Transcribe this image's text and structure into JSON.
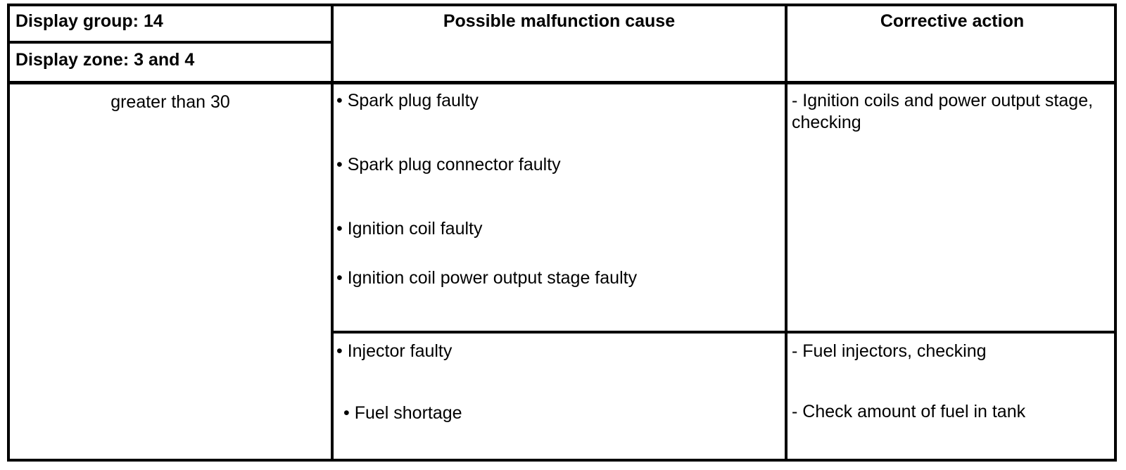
{
  "table": {
    "headers": {
      "display_group": "Display group: 14",
      "display_zone": "Display zone: 3 and 4",
      "cause_column": "Possible malfunction cause",
      "action_column": "Corrective action"
    },
    "threshold": "greater than 30",
    "groups": [
      {
        "causes": [
          "• Spark plug faulty",
          "• Spark plug connector faulty",
          "• Ignition coil faulty",
          "• Ignition coil power output stage faulty"
        ],
        "actions": [
          "- Ignition coils and power output stage, checking"
        ]
      },
      {
        "causes": [
          "• Injector faulty",
          "• Fuel shortage"
        ],
        "actions": [
          "- Fuel injectors, checking",
          "- Check amount of fuel in tank"
        ]
      }
    ]
  },
  "colors": {
    "border": "#000000",
    "text": "#000000",
    "background": "#ffffff"
  }
}
